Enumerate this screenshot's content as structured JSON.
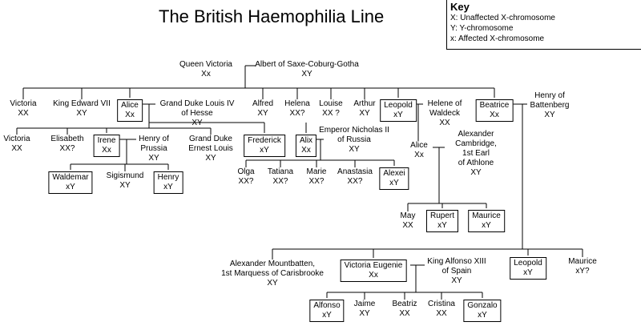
{
  "title": "The British Haemophilia Line",
  "key": {
    "heading": "Key",
    "items": [
      "X: Unaffected X-chromosome",
      "Y: Y-chromosome",
      "x: Affected X-chromosome"
    ]
  },
  "people": {
    "victoria_q": {
      "name": "Queen Victoria",
      "chrom": "Xx"
    },
    "albert": {
      "name": "Albert of Saxe-Coburg-Gotha",
      "chrom": "XY"
    },
    "victoria": {
      "name": "Victoria",
      "chrom": "XX"
    },
    "edward": {
      "name": "King Edward VII",
      "chrom": "XY"
    },
    "alice": {
      "name": "Alice",
      "chrom": "Xx"
    },
    "louis_iv": {
      "name": "Grand Duke Louis IV\nof Hesse",
      "chrom": "XY"
    },
    "alfred": {
      "name": "Alfred",
      "chrom": "XY"
    },
    "helena": {
      "name": "Helena",
      "chrom": "XX?"
    },
    "louise": {
      "name": "Louise",
      "chrom": "XX ?"
    },
    "arthur": {
      "name": "Arthur",
      "chrom": "XY"
    },
    "leopold": {
      "name": "Leopold",
      "chrom": "xY"
    },
    "helene": {
      "name": "Helene of\nWaldeck",
      "chrom": "XX"
    },
    "beatrice": {
      "name": "Beatrice",
      "chrom": "Xx"
    },
    "henry_b": {
      "name": "Henry of\nBattenberg",
      "chrom": "XY"
    },
    "victoria2": {
      "name": "Victoria",
      "chrom": "XX"
    },
    "elisabeth": {
      "name": "Elisabeth",
      "chrom": "XX?"
    },
    "irene": {
      "name": "Irene",
      "chrom": "Xx"
    },
    "henry_p": {
      "name": "Henry of\nPrussia",
      "chrom": "XY"
    },
    "ernest": {
      "name": "Grand Duke\nErnest Louis",
      "chrom": "XY"
    },
    "frederick": {
      "name": "Frederick",
      "chrom": "xY"
    },
    "alix": {
      "name": "Alix",
      "chrom": "Xx"
    },
    "nicholas": {
      "name": "Emperor Nicholas II\nof Russia",
      "chrom": "XY"
    },
    "alice2": {
      "name": "Alice",
      "chrom": "Xx"
    },
    "alexander_c": {
      "name": "Alexander\nCambridge,\n1st Earl\nof Athlone",
      "chrom": "XY"
    },
    "waldemar": {
      "name": "Waldemar",
      "chrom": "xY"
    },
    "sigismund": {
      "name": "Sigismund",
      "chrom": "XY"
    },
    "henry2": {
      "name": "Henry",
      "chrom": "xY"
    },
    "olga": {
      "name": "Olga",
      "chrom": "XX?"
    },
    "tatiana": {
      "name": "Tatiana",
      "chrom": "XX?"
    },
    "marie": {
      "name": "Marie",
      "chrom": "XX?"
    },
    "anastasia": {
      "name": "Anastasia",
      "chrom": "XX?"
    },
    "alexei": {
      "name": "Alexei",
      "chrom": "xY"
    },
    "may": {
      "name": "May",
      "chrom": "XX"
    },
    "rupert": {
      "name": "Rupert",
      "chrom": "xY"
    },
    "maurice": {
      "name": "Maurice",
      "chrom": "xY"
    },
    "alexander_m": {
      "name": "Alexander Mountbatten,\n1st Marquess of Carisbrooke",
      "chrom": "XY"
    },
    "victoria_eug": {
      "name": "Victoria Eugenie",
      "chrom": "Xx"
    },
    "alfonso13": {
      "name": "King Alfonso XIII\nof Spain",
      "chrom": "XY"
    },
    "leopold2": {
      "name": "Leopold",
      "chrom": "xY"
    },
    "maurice2": {
      "name": "Maurice",
      "chrom": "xY?"
    },
    "alfonso": {
      "name": "Alfonso",
      "chrom": "xY"
    },
    "jaime": {
      "name": "Jaime",
      "chrom": "XY"
    },
    "beatriz": {
      "name": "Beatriz",
      "chrom": "XX"
    },
    "cristina": {
      "name": "Cristina",
      "chrom": "XX"
    },
    "gonzalo": {
      "name": "Gonzalo",
      "chrom": "xY"
    }
  }
}
